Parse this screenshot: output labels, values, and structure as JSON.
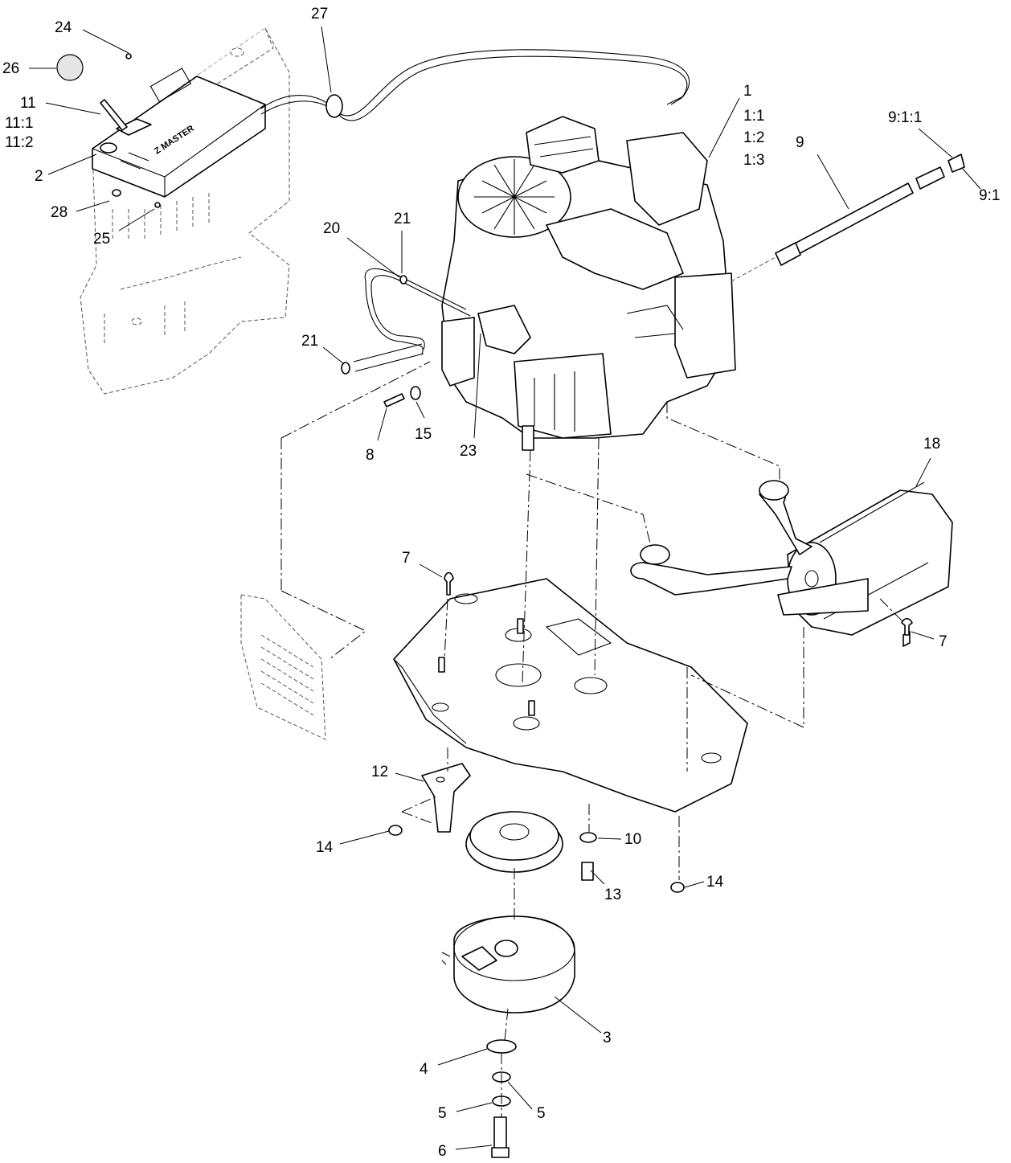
{
  "diagram": {
    "callouts": [
      {
        "id": "c1",
        "text": "1"
      },
      {
        "id": "c1_1",
        "text": "1:1"
      },
      {
        "id": "c1_2",
        "text": "1:2"
      },
      {
        "id": "c1_3",
        "text": "1:3"
      },
      {
        "id": "c2",
        "text": "2"
      },
      {
        "id": "c3",
        "text": "3"
      },
      {
        "id": "c4",
        "text": "4"
      },
      {
        "id": "c5a",
        "text": "5"
      },
      {
        "id": "c5b",
        "text": "5"
      },
      {
        "id": "c6",
        "text": "6"
      },
      {
        "id": "c7a",
        "text": "7"
      },
      {
        "id": "c7b",
        "text": "7"
      },
      {
        "id": "c8",
        "text": "8"
      },
      {
        "id": "c9",
        "text": "9"
      },
      {
        "id": "c9_1",
        "text": "9:1"
      },
      {
        "id": "c9_1_1",
        "text": "9:1:1"
      },
      {
        "id": "c10",
        "text": "10"
      },
      {
        "id": "c11",
        "text": "11"
      },
      {
        "id": "c11_1",
        "text": "11:1"
      },
      {
        "id": "c11_2",
        "text": "11:2"
      },
      {
        "id": "c12",
        "text": "12"
      },
      {
        "id": "c13",
        "text": "13"
      },
      {
        "id": "c14a",
        "text": "14"
      },
      {
        "id": "c14b",
        "text": "14"
      },
      {
        "id": "c15",
        "text": "15"
      },
      {
        "id": "c18",
        "text": "18"
      },
      {
        "id": "c20",
        "text": "20"
      },
      {
        "id": "c21a",
        "text": "21"
      },
      {
        "id": "c21b",
        "text": "21"
      },
      {
        "id": "c23",
        "text": "23"
      },
      {
        "id": "c24",
        "text": "24"
      },
      {
        "id": "c25",
        "text": "25"
      },
      {
        "id": "c26",
        "text": "26"
      },
      {
        "id": "c27",
        "text": "27"
      },
      {
        "id": "c28",
        "text": "28"
      }
    ],
    "printed_markings": {
      "console_logo": "Z MASTER"
    }
  }
}
